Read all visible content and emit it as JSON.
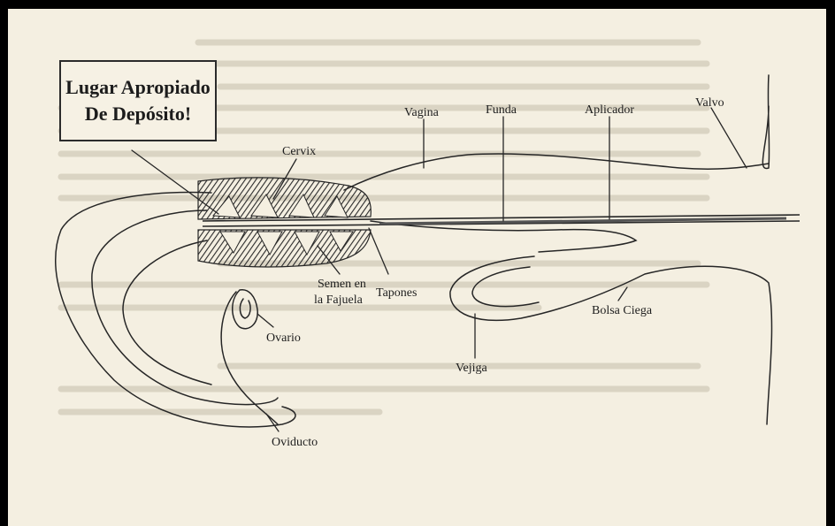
{
  "callout": {
    "line1": "Lugar Apropiado",
    "line2": "De Depósito!"
  },
  "labels": {
    "cervix": "Cervix",
    "vagina": "Vagina",
    "funda": "Funda",
    "aplicador": "Aplicador",
    "valvo": "Valvo",
    "semen_line1": "Semen en",
    "semen_line2": "la Fajuela",
    "tapones": "Tapones",
    "bolsa_ciega": "Bolsa Ciega",
    "ovario": "Ovario",
    "vejiga": "Vejiga",
    "oviducto": "Oviducto"
  },
  "colors": {
    "page_border": "#000000",
    "paper": "#f4efe1",
    "ink": "#1e1e1e",
    "faded_text": "#c9c2b0"
  }
}
